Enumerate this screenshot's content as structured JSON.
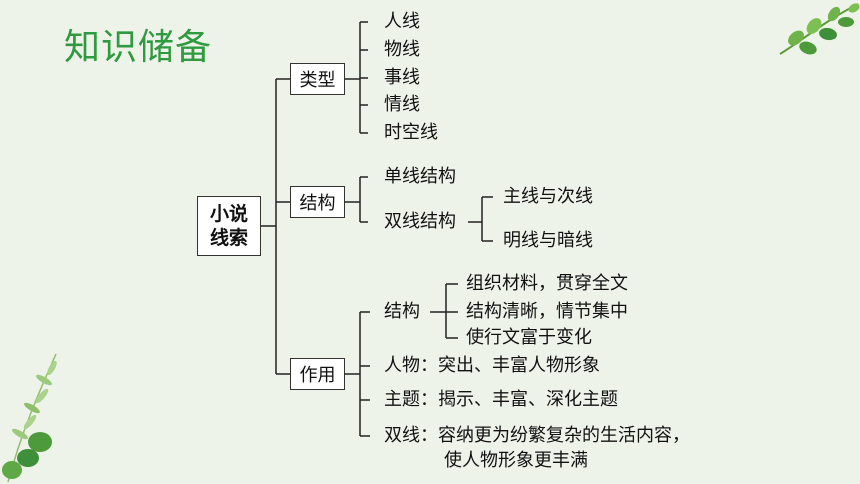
{
  "title": "知识储备",
  "root": {
    "line1": "小说",
    "line2": "线索"
  },
  "branches": {
    "types": {
      "label": "类型",
      "items": [
        "人线",
        "物线",
        "事线",
        "情线",
        "时空线"
      ]
    },
    "structure": {
      "label": "结构",
      "single": "单线结构",
      "double": "双线结构",
      "double_items": [
        "主线与次线",
        "明线与暗线"
      ]
    },
    "function": {
      "label": "作用",
      "structure_label": "结构",
      "structure_items": [
        "组织材料，贯穿全文",
        "结构清晰，情节集中",
        "使行文富于变化"
      ],
      "character": "人物：突出、丰富人物形象",
      "theme": "主题：揭示、丰富、深化主题",
      "double_line_1": "双线：容纳更为纷繁复杂的生活内容，",
      "double_line_2": "使人物形象更丰满"
    }
  },
  "colors": {
    "title": "#2f9a3f",
    "leaf": "#6fb34a",
    "leaf_dark": "#3f8f3a"
  }
}
